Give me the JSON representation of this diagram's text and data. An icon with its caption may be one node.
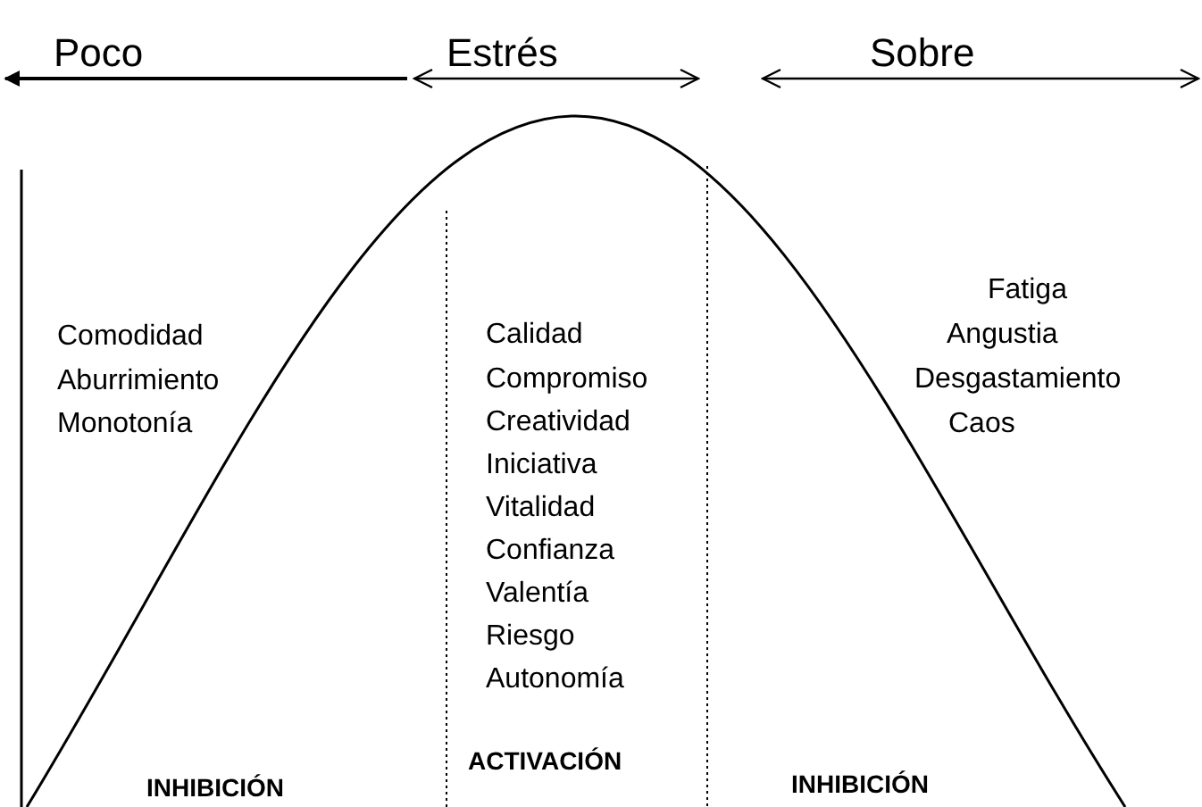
{
  "diagram": {
    "labels": [
      "Poco",
      "Estrés",
      "Sobre",
      "Comodidad",
      "Aburrimiento",
      "Monotonía",
      "Calidad",
      "Compromiso",
      "Creatividad",
      "Iniciativa",
      "Vitalidad",
      "Confianza",
      "Valentía",
      "Riesgo",
      "Autonomía",
      "Fatiga",
      "Angustia",
      "Desgastamiento",
      "Caos",
      "INHIBICIÓN",
      "ACTIVACIÓN",
      "INHIBICIÓN"
    ]
  }
}
